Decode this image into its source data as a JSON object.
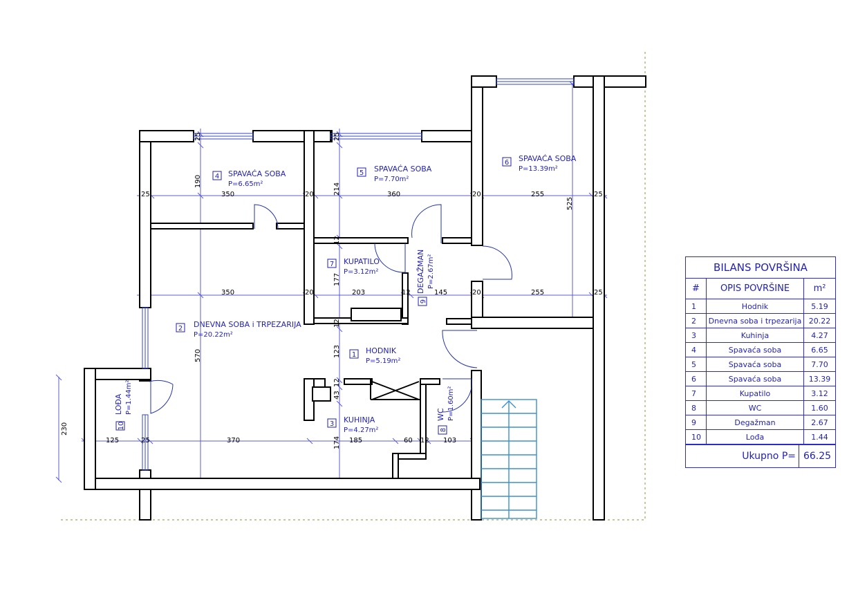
{
  "rooms": [
    {
      "num": "1",
      "name": "HODNIK",
      "area": "P=5.19m²"
    },
    {
      "num": "2",
      "name": "DNEVNA SOBA i TRPEZARIJA",
      "area": "P=20.22m²"
    },
    {
      "num": "3",
      "name": "KUHINJA",
      "area": "P=4.27m²"
    },
    {
      "num": "4",
      "name": "SPAVAĆA SOBA",
      "area": "P=6.65m²"
    },
    {
      "num": "5",
      "name": "SPAVAĆA SOBA",
      "area": "P=7.70m²"
    },
    {
      "num": "6",
      "name": "SPAVAĆA SOBA",
      "area": "P=13.39m²"
    },
    {
      "num": "7",
      "name": "KUPATILO",
      "area": "P=3.12m²"
    },
    {
      "num": "8",
      "name": "WC",
      "area": "P=1.60m²"
    },
    {
      "num": "9",
      "name": "DEGAŽMAN",
      "area": "P=2.67m²"
    },
    {
      "num": "10",
      "name": "LOĐA",
      "area": "P=1.44m²"
    }
  ],
  "dimensions": {
    "row1": [
      "25",
      "350",
      "20",
      "360",
      "20",
      "255",
      "25"
    ],
    "row2": [
      "350",
      "20",
      "203",
      "12",
      "145",
      "20",
      "255",
      "25"
    ],
    "row3": [
      "125",
      "25",
      "370",
      "185",
      "60",
      "12",
      "103"
    ],
    "vertical": [
      "25",
      "190",
      "25",
      "214",
      "525",
      "12",
      "177",
      "12",
      "123",
      "12",
      "43",
      "174",
      "570",
      "230"
    ]
  },
  "bilans": {
    "title": "BILANS POVRŠINA",
    "headers": [
      "#",
      "OPIS POVRŠINE",
      "m²"
    ],
    "rows": [
      [
        "1",
        "Hodnik",
        "5.19"
      ],
      [
        "2",
        "Dnevna soba i trpezarija",
        "20.22"
      ],
      [
        "3",
        "Kuhinja",
        "4.27"
      ],
      [
        "4",
        "Spavaća soba",
        "6.65"
      ],
      [
        "5",
        "Spavaća soba",
        "7.70"
      ],
      [
        "6",
        "Spavaća soba",
        "13.39"
      ],
      [
        "7",
        "Kupatilo",
        "3.12"
      ],
      [
        "8",
        "WC",
        "1.60"
      ],
      [
        "9",
        "Degažman",
        "2.67"
      ],
      [
        "10",
        "Lođa",
        "1.44"
      ]
    ],
    "total_label": "Ukupno  P=",
    "total_value": "66.25"
  },
  "colors": {
    "room_text": "#1f1fb8",
    "dimension": "#5b5bd6",
    "stairs": "#3b8fd0",
    "border": "#a3a35a"
  }
}
